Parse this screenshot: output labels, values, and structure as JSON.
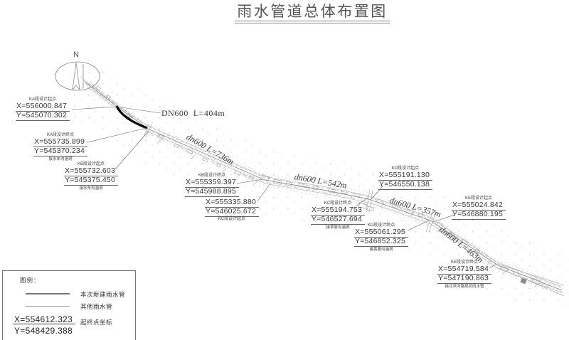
{
  "title": "雨水管道总体布置图",
  "north": {
    "label": "N"
  },
  "segments": [
    {
      "id": "KA",
      "label": "DN600  L=404m"
    },
    {
      "id": "KB",
      "label": "dn600 L=736m"
    },
    {
      "id": "KC",
      "label": "dn600 L=542m"
    },
    {
      "id": "KD",
      "label": "dn600 L=357m"
    },
    {
      "id": "KE",
      "label": "dn600 L=463m"
    }
  ],
  "points": [
    {
      "name": "KA段设计起点",
      "x": "X=556000.847",
      "y": "Y=545070.302"
    },
    {
      "name": "KA段设计终点",
      "x": "X=555735.899",
      "y": "Y=545370.234",
      "note": "接水车沟涵洞"
    },
    {
      "name": "KB段设计起点",
      "x": "X=555732.603",
      "y": "Y=545375.450",
      "note": "接水车沟涵洞"
    },
    {
      "name": "KB段设计终点",
      "x": "X=555359.397",
      "y": "Y=545988.895"
    },
    {
      "name": "KC段设计起点",
      "x": "X=555335.880",
      "y": "Y=546025.672"
    },
    {
      "name": "KC段设计终点",
      "x": "X=555194.753",
      "y": "Y=546527.694",
      "note": "接草家沟涵洞"
    },
    {
      "name": "KD段设计起点",
      "x": "X=555191.130",
      "y": "Y=546550.138"
    },
    {
      "name": "KD段设计终点",
      "x": "X=555061.295",
      "y": "Y=546852.325",
      "note": "接黄姜沟涵洞"
    },
    {
      "name": "KE段设计起点",
      "x": "X=555024.842",
      "y": "Y=546880.195"
    },
    {
      "name": "KE段设计终点",
      "x": "X=554719.584",
      "y": "Y=547190.863",
      "note": "接北滨河路现状雨水管"
    }
  ],
  "legend": {
    "heading": "图例：",
    "items": [
      {
        "label": "本次新建雨水管"
      },
      {
        "label": "其他雨水管"
      }
    ],
    "coord_example": {
      "x": "X=554612.323",
      "y": "Y=548429.388",
      "label": "起终点坐标"
    }
  }
}
